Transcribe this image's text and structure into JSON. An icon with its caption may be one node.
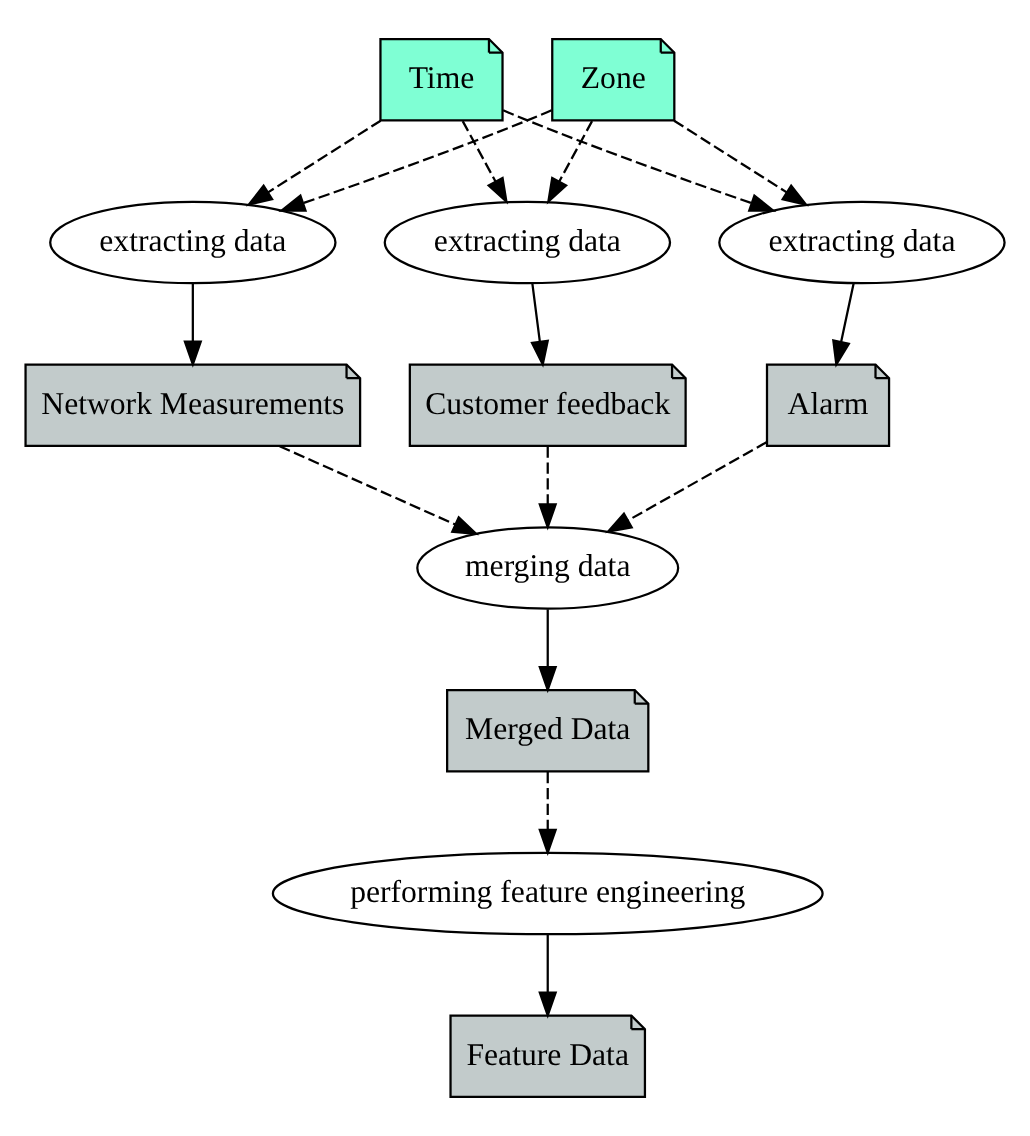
{
  "diagram": {
    "nodes": [
      {
        "text": [
          "Time"
        ]
      },
      {
        "text": [
          "Zone"
        ]
      },
      {
        "text": [
          "extracting data"
        ]
      },
      {
        "text": [
          "extracting data"
        ]
      },
      {
        "text": [
          "extracting data"
        ]
      },
      {
        "text": [
          "Network Measurements"
        ]
      },
      {
        "text": [
          "Customer feedback"
        ]
      },
      {
        "text": [
          "Alarm"
        ]
      },
      {
        "text": [
          "merging data"
        ]
      },
      {
        "text": [
          "Merged Data"
        ]
      },
      {
        "text": [
          "performing feature engineering"
        ]
      },
      {
        "text": [
          "Feature Data"
        ]
      }
    ],
    "edges": [
      {
        "from": 0,
        "to": 2,
        "arrow": "to",
        "style": "dashed"
      },
      {
        "from": 0,
        "to": 3,
        "arrow": "to",
        "style": "dashed"
      },
      {
        "from": 0,
        "to": 4,
        "arrow": "to",
        "style": "dashed"
      },
      {
        "from": 1,
        "to": 2,
        "arrow": "to",
        "style": "dashed"
      },
      {
        "from": 1,
        "to": 3,
        "arrow": "to",
        "style": "dashed"
      },
      {
        "from": 1,
        "to": 4,
        "arrow": "to",
        "style": "dashed"
      },
      {
        "from": 2,
        "to": 5,
        "arrow": "to"
      },
      {
        "from": 3,
        "to": 6,
        "arrow": "to"
      },
      {
        "from": 4,
        "to": 7,
        "arrow": "to"
      },
      {
        "from": 5,
        "to": 8,
        "arrow": "to",
        "style": "dashed"
      },
      {
        "from": 6,
        "to": 8,
        "arrow": "to",
        "style": "dashed"
      },
      {
        "from": 7,
        "to": 8,
        "arrow": "to",
        "style": "dashed"
      },
      {
        "from": 8,
        "to": 9,
        "arrow": "to"
      },
      {
        "from": 9,
        "to": 10,
        "arrow": "to",
        "style": "dashed"
      },
      {
        "from": 10,
        "to": 11,
        "arrow": "to"
      }
    ]
  }
}
